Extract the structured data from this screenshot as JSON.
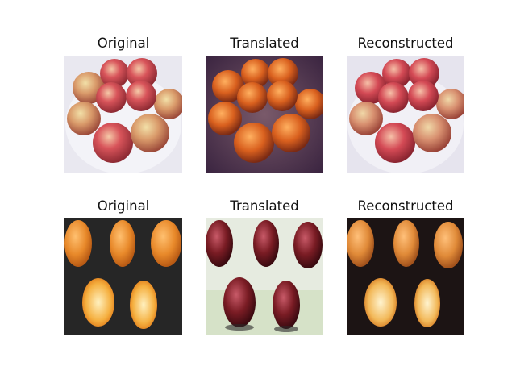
{
  "figure": {
    "rows": [
      {
        "panels": [
          {
            "title": "Original",
            "content": "apples-original"
          },
          {
            "title": "Translated",
            "content": "apples-as-oranges"
          },
          {
            "title": "Reconstructed",
            "content": "apples-reconstructed"
          }
        ]
      },
      {
        "panels": [
          {
            "title": "Original",
            "content": "oranges-original"
          },
          {
            "title": "Translated",
            "content": "oranges-as-apples"
          },
          {
            "title": "Reconstructed",
            "content": "oranges-reconstructed"
          }
        ]
      }
    ]
  },
  "colors": {
    "apple_red": "#c8434a",
    "apple_yellow": "#d9b36a",
    "plate_white": "#eeeef4",
    "orange": "#e8892a",
    "dark_bg": "#202020",
    "translated_apple_bg": "#5a3a55",
    "translated_orange_bg": "#e6ebe0",
    "dark_red_fruit": "#7a1c24"
  }
}
